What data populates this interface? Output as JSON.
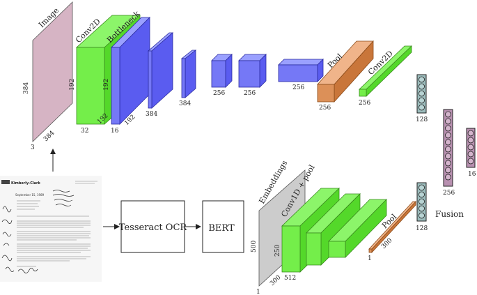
{
  "top": {
    "image": {
      "label": "Image",
      "d1": "384",
      "d2": "384",
      "d3": "3"
    },
    "conv2d": {
      "label": "Conv2D",
      "d1": "192",
      "d2": "192",
      "d3": "32"
    },
    "bottleneck": {
      "label": "Bottleneck",
      "d1": "192",
      "d2": "192",
      "d3": "16"
    },
    "block3": {
      "d": "384"
    },
    "block4": {
      "d": "384"
    },
    "block5": {
      "d": "256"
    },
    "block6": {
      "d": "256"
    },
    "block7": {
      "d": "256"
    },
    "pool": {
      "label": "Pool",
      "d": "256"
    },
    "conv2d_out": {
      "label": "Conv2D",
      "d": "256"
    },
    "vec": {
      "d": "128"
    }
  },
  "fusion": {
    "label": "Fusion",
    "vec256": "256",
    "vec16": "16"
  },
  "bottom": {
    "tesseract": "Tesseract OCR",
    "bert": "BERT",
    "embeddings": {
      "label": "Embeddings",
      "d1": "500",
      "d2": "300",
      "d3": "1"
    },
    "conv1d": {
      "label": "Conv1D + pool",
      "d1": "250",
      "d2": "512"
    },
    "pool": {
      "label": "Pool",
      "d1": "300",
      "d2": "1"
    },
    "vec": {
      "d": "128"
    }
  },
  "document": {
    "logo": "Kimberly-Clark",
    "date": "September 15, 1989"
  }
}
